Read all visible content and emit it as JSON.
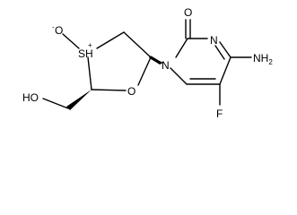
{
  "molecule": {
    "atoms": {
      "oxide_oxygen": "O",
      "oxide_charge": "-",
      "sulfur": "SH",
      "sulfur_charge": "+",
      "ring_oxygen": "O",
      "hydroxyl": "HO",
      "ring_nitrogen_1": "N",
      "ring_nitrogen_3": "N",
      "carbonyl_oxygen": "O",
      "amino": "NH",
      "amino_subscript": "2",
      "fluorine": "F"
    }
  }
}
